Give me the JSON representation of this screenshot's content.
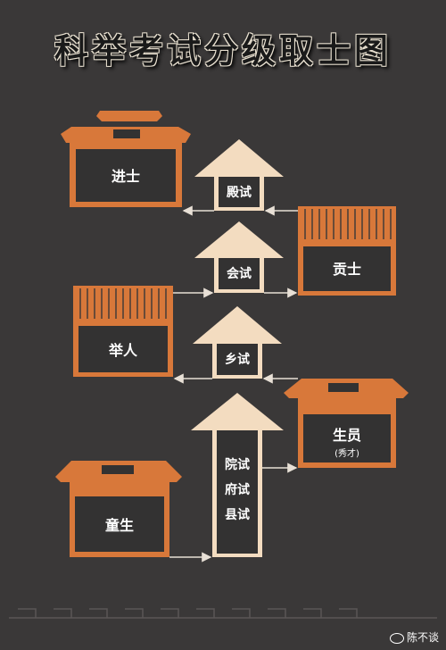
{
  "title": "科举考试分级取士图",
  "boxes": {
    "jinshi": "进士",
    "gongshi": "贡士",
    "juren": "举人",
    "shengyuan": "生员",
    "shengyuan_sub": "(秀才)",
    "tongsheng": "童生"
  },
  "exams": {
    "dianshi": "殿试",
    "huishi": "会试",
    "xiangshi": "乡试",
    "yuanshi": "院试",
    "fushi": "府试",
    "xianshi": "县试"
  },
  "watermark": "陈不谈",
  "colors": {
    "orange": "#d8783a",
    "dark_box": "#333232",
    "arrow_light": "#f3dcc0",
    "line": "#e8e0d6"
  }
}
